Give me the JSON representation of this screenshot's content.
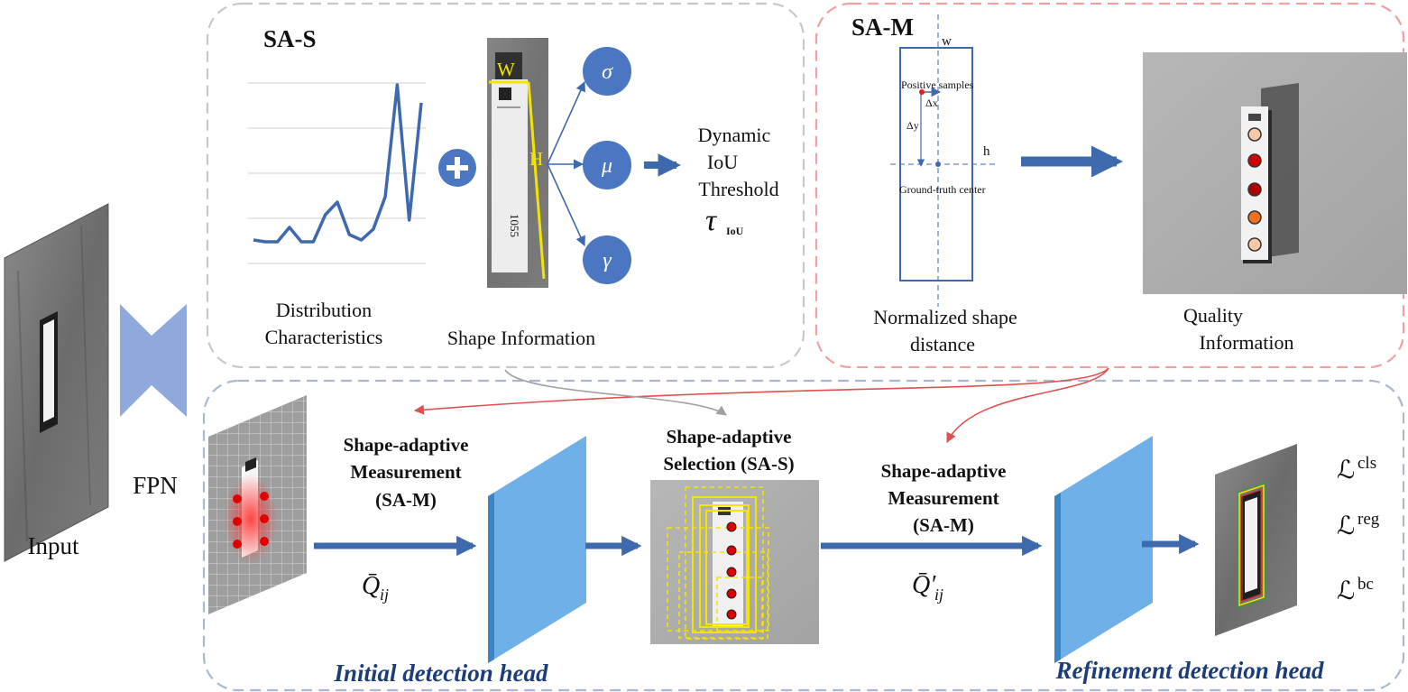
{
  "diagram": {
    "input": {
      "label": "Input"
    },
    "fpn": {
      "label": "FPN"
    },
    "sa_s": {
      "title": "SA-S",
      "distribution_label_1": "Distribution",
      "distribution_label_2": "Characteristics",
      "shape_label": "Shape Information",
      "w_marker": "W",
      "h_marker": "H",
      "sigma": "σ",
      "mu": "μ",
      "gamma": "γ",
      "output_1": "Dynamic",
      "output_2": "IoU",
      "output_3": "Threshold",
      "tau": "τ",
      "tau_sub": "IoU",
      "plus": "+",
      "sample_digits": "1055"
    },
    "sa_m": {
      "title": "SA-M",
      "w_axis": "w",
      "h_axis": "h",
      "positive": "Positive samples",
      "dx": "Δx",
      "dy": "Δy",
      "gt_center": "Ground-truth center",
      "nsd_1": "Normalized shape",
      "nsd_2": "distance",
      "quality_1": "Quality",
      "quality_2": "Information"
    },
    "heads": {
      "init_sam_1": "Shape-adaptive",
      "init_sam_2": "Measurement",
      "init_sam_3": "(SA-M)",
      "q_bar": "Q̄",
      "q_sub": "ij",
      "sas_1": "Shape-adaptive",
      "sas_2": "Selection (SA-S)",
      "ref_sam_1": "Shape-adaptive",
      "ref_sam_2": "Measurement",
      "ref_sam_3": "(SA-M)",
      "q_prime": "Q̄′",
      "q_prime_sub": "ij",
      "initial_head": "Initial detection head",
      "refinement_head": "Refinement  detection head"
    },
    "losses": {
      "l_cls": "ℒ",
      "l_cls_sup": "cls",
      "l_reg": "ℒ",
      "l_reg_sup": "reg",
      "l_bc": "ℒ",
      "l_bc_sup": "bc"
    }
  },
  "chart_data": {
    "type": "line",
    "title": "",
    "xlabel": "",
    "ylabel": "",
    "series": [
      {
        "name": "",
        "values": [
          0.12,
          0.11,
          0.11,
          0.19,
          0.11,
          0.11,
          0.26,
          0.33,
          0.15,
          0.12,
          0.18,
          0.36,
          0.98,
          0.23,
          0.88
        ]
      }
    ],
    "ylim": [
      0,
      1
    ],
    "grid": true
  },
  "colors": {
    "accent_blue": "#3f69ad",
    "circle_blue": "#4a76c2",
    "fpn_blue": "#8fa9dc",
    "feature_blue": "#6fb0e8",
    "red_arrow": "#e05050",
    "gray_dash": "#c8c8c8",
    "pink_dash": "#f0a0a0",
    "blue_dash": "#a9b8cc",
    "highlight_yellow": "#f5e400",
    "head_title": "#1d3d7a"
  }
}
